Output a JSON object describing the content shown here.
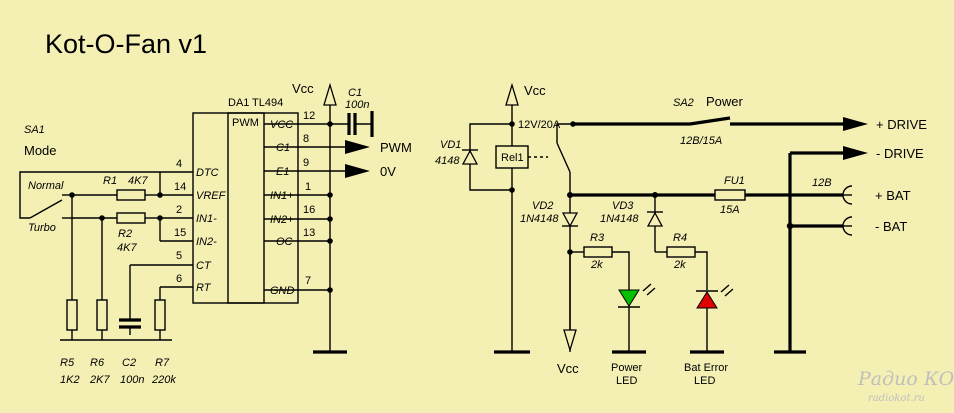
{
  "title": "Kot-O-Fan v1",
  "ic": {
    "ref": "DA1",
    "part": "TL494",
    "block": "PWM",
    "pins": {
      "p12": {
        "num": "12",
        "name": "VCC"
      },
      "p8": {
        "num": "8",
        "name": "C1"
      },
      "p9": {
        "num": "9",
        "name": "E1"
      },
      "p1": {
        "num": "1",
        "name": "IN1+"
      },
      "p16": {
        "num": "16",
        "name": "IN2+"
      },
      "p13": {
        "num": "13",
        "name": "OC"
      },
      "p7": {
        "num": "7",
        "name": "GND"
      },
      "p4": {
        "num": "4",
        "name": "DTC"
      },
      "p14": {
        "num": "14",
        "name": "VREF"
      },
      "p2": {
        "num": "2",
        "name": "IN1-"
      },
      "p15": {
        "num": "15",
        "name": "IN2-"
      },
      "p5": {
        "num": "5",
        "name": "CT"
      },
      "p6": {
        "num": "6",
        "name": "RT"
      }
    }
  },
  "vcc": "Vcc",
  "c1": {
    "ref": "C1",
    "value": "100n"
  },
  "out_pwm": "PWM",
  "out_0v": "0V",
  "sa1": {
    "ref": "SA1",
    "name": "Mode",
    "normal": "Normal",
    "turbo": "Turbo"
  },
  "r1": {
    "ref": "R1",
    "value": "4K7"
  },
  "r2": {
    "ref": "R2",
    "value": "4K7"
  },
  "r5": {
    "ref": "R5",
    "value": "1K2"
  },
  "r6": {
    "ref": "R6",
    "value": "2K7"
  },
  "c2": {
    "ref": "C2",
    "value": "100n"
  },
  "r7": {
    "ref": "R7",
    "value": "220k"
  },
  "vd1": {
    "ref": "VD1",
    "value": "4148"
  },
  "rel": {
    "ref": "Rel1",
    "rating": "12V/20A"
  },
  "sa2": {
    "ref": "SA2",
    "name": "Power",
    "rating": "12B/15A"
  },
  "drive_pos": "+ DRIVE",
  "drive_neg": "- DRIVE",
  "fu1": {
    "ref": "FU1",
    "value": "15A"
  },
  "bat_voltage": "12B",
  "bat_pos": "+ BAT",
  "bat_neg": "- BAT",
  "vd2": {
    "ref": "VD2",
    "value": "1N4148"
  },
  "vd3": {
    "ref": "VD3",
    "value": "1N4148"
  },
  "r3": {
    "ref": "R3",
    "value": "2k"
  },
  "r4": {
    "ref": "R4",
    "value": "2k"
  },
  "led_power": {
    "line1": "Power",
    "line2": "LED"
  },
  "led_error": {
    "line1": "Bat Error",
    "line2": "LED"
  },
  "watermark": {
    "main": "Радио КОТ",
    "url": "radiokot.ru"
  },
  "colors": {
    "background": "#f4f0b4",
    "led_power": "#00c000",
    "led_error": "#e00000"
  }
}
